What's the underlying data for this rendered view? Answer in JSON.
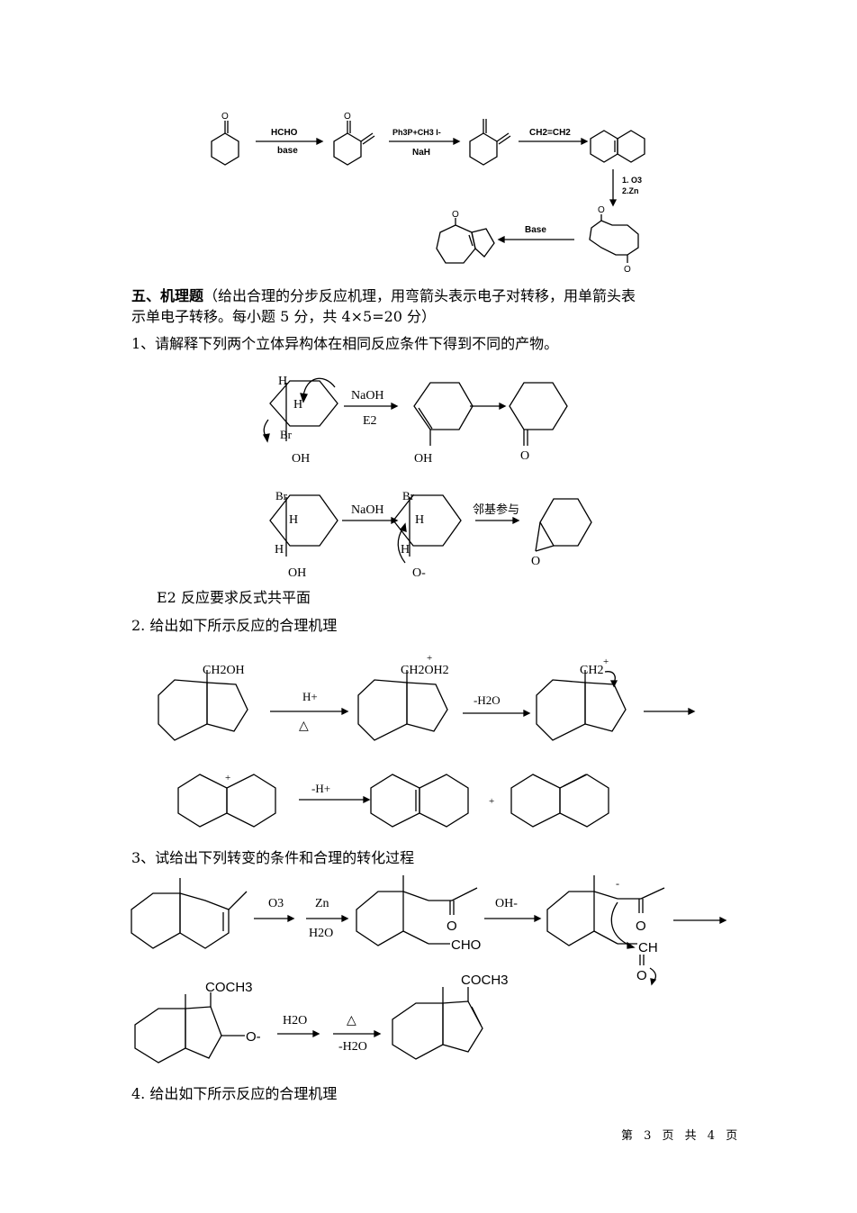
{
  "synthesis": {
    "step1_reagent_top": "HCHO",
    "step1_reagent_bottom": "base",
    "step2_reagent_top": "Ph3P+CH3 I-",
    "step2_reagent_bottom": "NaH",
    "step3_reagent": "CH2=CH2",
    "step4_reagent_1": "1. O3",
    "step4_reagent_2": "2.Zn",
    "step5_reagent": "Base",
    "ketone_o": "O"
  },
  "section5": {
    "title": "五、机理题",
    "instructions_line1": "（给出合理的分步反应机理，用弯箭头表示电子对转移，用单箭头表",
    "instructions_line2": "示单电子转移。每小题 5 分，共 4×5=20 分）"
  },
  "q1": {
    "prompt": "1、请解释下列两个立体异构体在相同反应条件下得到不同的产物。",
    "h": "H",
    "br": "Br",
    "oh": "OH",
    "o": "O",
    "o_minus": "O-",
    "naoh": "NaOH",
    "e2": "E2",
    "neighboring": "邻基参与",
    "explanation": "E2 反应要求反式共平面"
  },
  "q2": {
    "prompt": "2.  给出如下所示反应的合理机理",
    "ch2oh": "CH2OH",
    "ch2oh2_plus": "CH2OH2",
    "ch2_plus": "CH2",
    "h_plus": "H+",
    "delta": "△",
    "minus_h2o": "-H2O",
    "minus_h_plus": "-H+",
    "plus": "+"
  },
  "q3": {
    "prompt": "3、试给出下列转变的条件和合理的转化过程",
    "o3": "O3",
    "zn": "Zn",
    "h2o": "H2O",
    "cho": "CHO",
    "oh_minus": "OH-",
    "o": "O",
    "ch": "CH",
    "coch3": "COCH3",
    "o_minus": "O-",
    "delta": "△",
    "minus_h2o": "-H2O"
  },
  "q4": {
    "prompt": "4.  给出如下所示反应的合理机理"
  },
  "footer": {
    "page": "第 3 页 共 4 页"
  }
}
